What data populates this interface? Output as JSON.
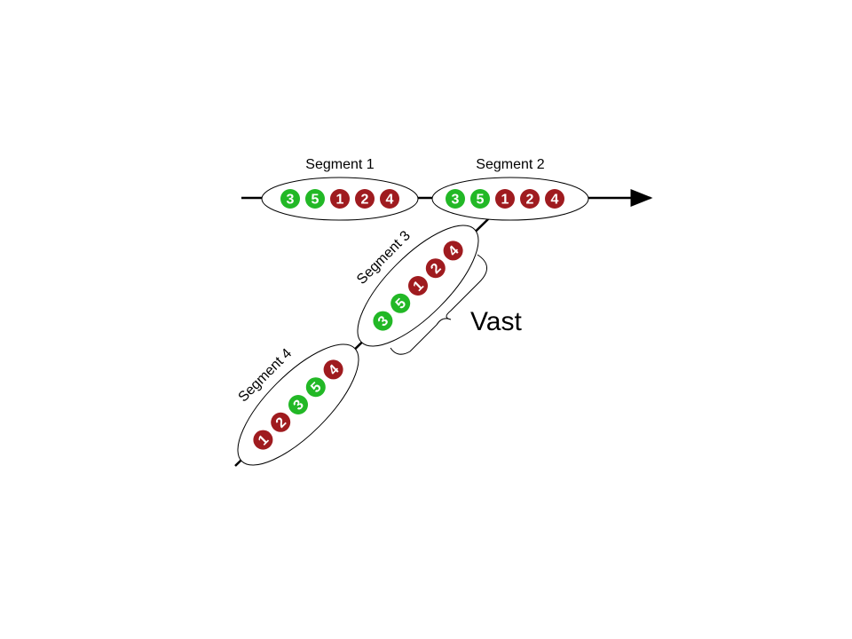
{
  "colors": {
    "green": "#22b826",
    "red": "#9f1b1f",
    "line": "#000000"
  },
  "segments": [
    {
      "label": "Segment 1",
      "items": [
        "3",
        "5",
        "1",
        "2",
        "4"
      ],
      "colors": [
        "green",
        "green",
        "red",
        "red",
        "red"
      ]
    },
    {
      "label": "Segment 2",
      "items": [
        "3",
        "5",
        "1",
        "2",
        "4"
      ],
      "colors": [
        "green",
        "green",
        "red",
        "red",
        "red"
      ]
    },
    {
      "label": "Segment 3",
      "items": [
        "3",
        "5",
        "1",
        "2",
        "4"
      ],
      "colors": [
        "green",
        "green",
        "red",
        "red",
        "red"
      ]
    },
    {
      "label": "Segment 4",
      "items": [
        "1",
        "2",
        "3",
        "5",
        "4"
      ],
      "colors": [
        "red",
        "red",
        "green",
        "green",
        "red"
      ]
    }
  ],
  "brace_label": "Vast"
}
